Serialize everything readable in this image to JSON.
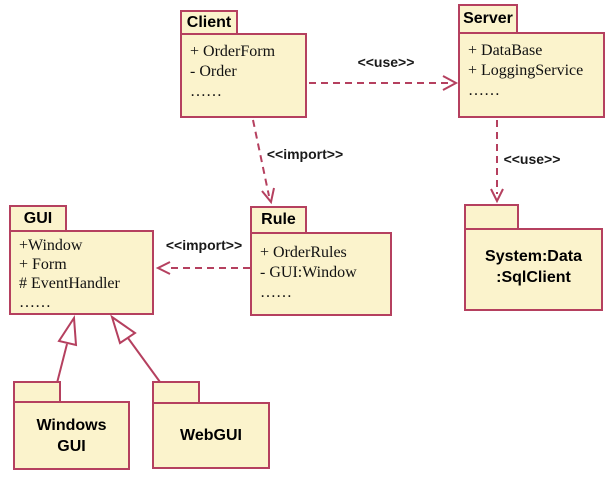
{
  "diagram": {
    "type": "uml-package-diagram",
    "colors": {
      "package_fill": "#FBF3CC",
      "package_border": "#B5405F",
      "name_text": "#000000",
      "member_text": "#111111",
      "stereotype_text": "#1A1A1A",
      "background": "#FFFFFF"
    },
    "packages": {
      "client": {
        "name": "Client",
        "members": [
          "+ OrderForm",
          "- Order",
          "……"
        ]
      },
      "server": {
        "name": "Server",
        "members": [
          "+ DataBase",
          "+ LoggingService",
          "……"
        ]
      },
      "gui": {
        "name": "GUI",
        "members": [
          "+Window",
          "+ Form",
          "# EventHandler",
          "……"
        ]
      },
      "rule": {
        "name": "Rule",
        "members": [
          "+ OrderRules",
          "- GUI:Window",
          "……"
        ]
      },
      "sqlclient": {
        "name_line1": "System:Data",
        "name_line2": ":SqlClient"
      },
      "windows_gui": {
        "name_line1": "Windows",
        "name_line2": "GUI"
      },
      "webgui": {
        "name": "WebGUI"
      }
    },
    "relationships": [
      {
        "from": "Client",
        "to": "Server",
        "type": "dependency",
        "stereotype": "<<use>>"
      },
      {
        "from": "Client",
        "to": "Rule",
        "type": "dependency",
        "stereotype": "<<import>>"
      },
      {
        "from": "Rule",
        "to": "GUI",
        "type": "dependency",
        "stereotype": "<<import>>"
      },
      {
        "from": "Server",
        "to": "System:Data:SqlClient",
        "type": "dependency",
        "stereotype": "<<use>>"
      },
      {
        "from": "Windows GUI",
        "to": "GUI",
        "type": "generalization",
        "stereotype": ""
      },
      {
        "from": "WebGUI",
        "to": "GUI",
        "type": "generalization",
        "stereotype": ""
      }
    ]
  }
}
